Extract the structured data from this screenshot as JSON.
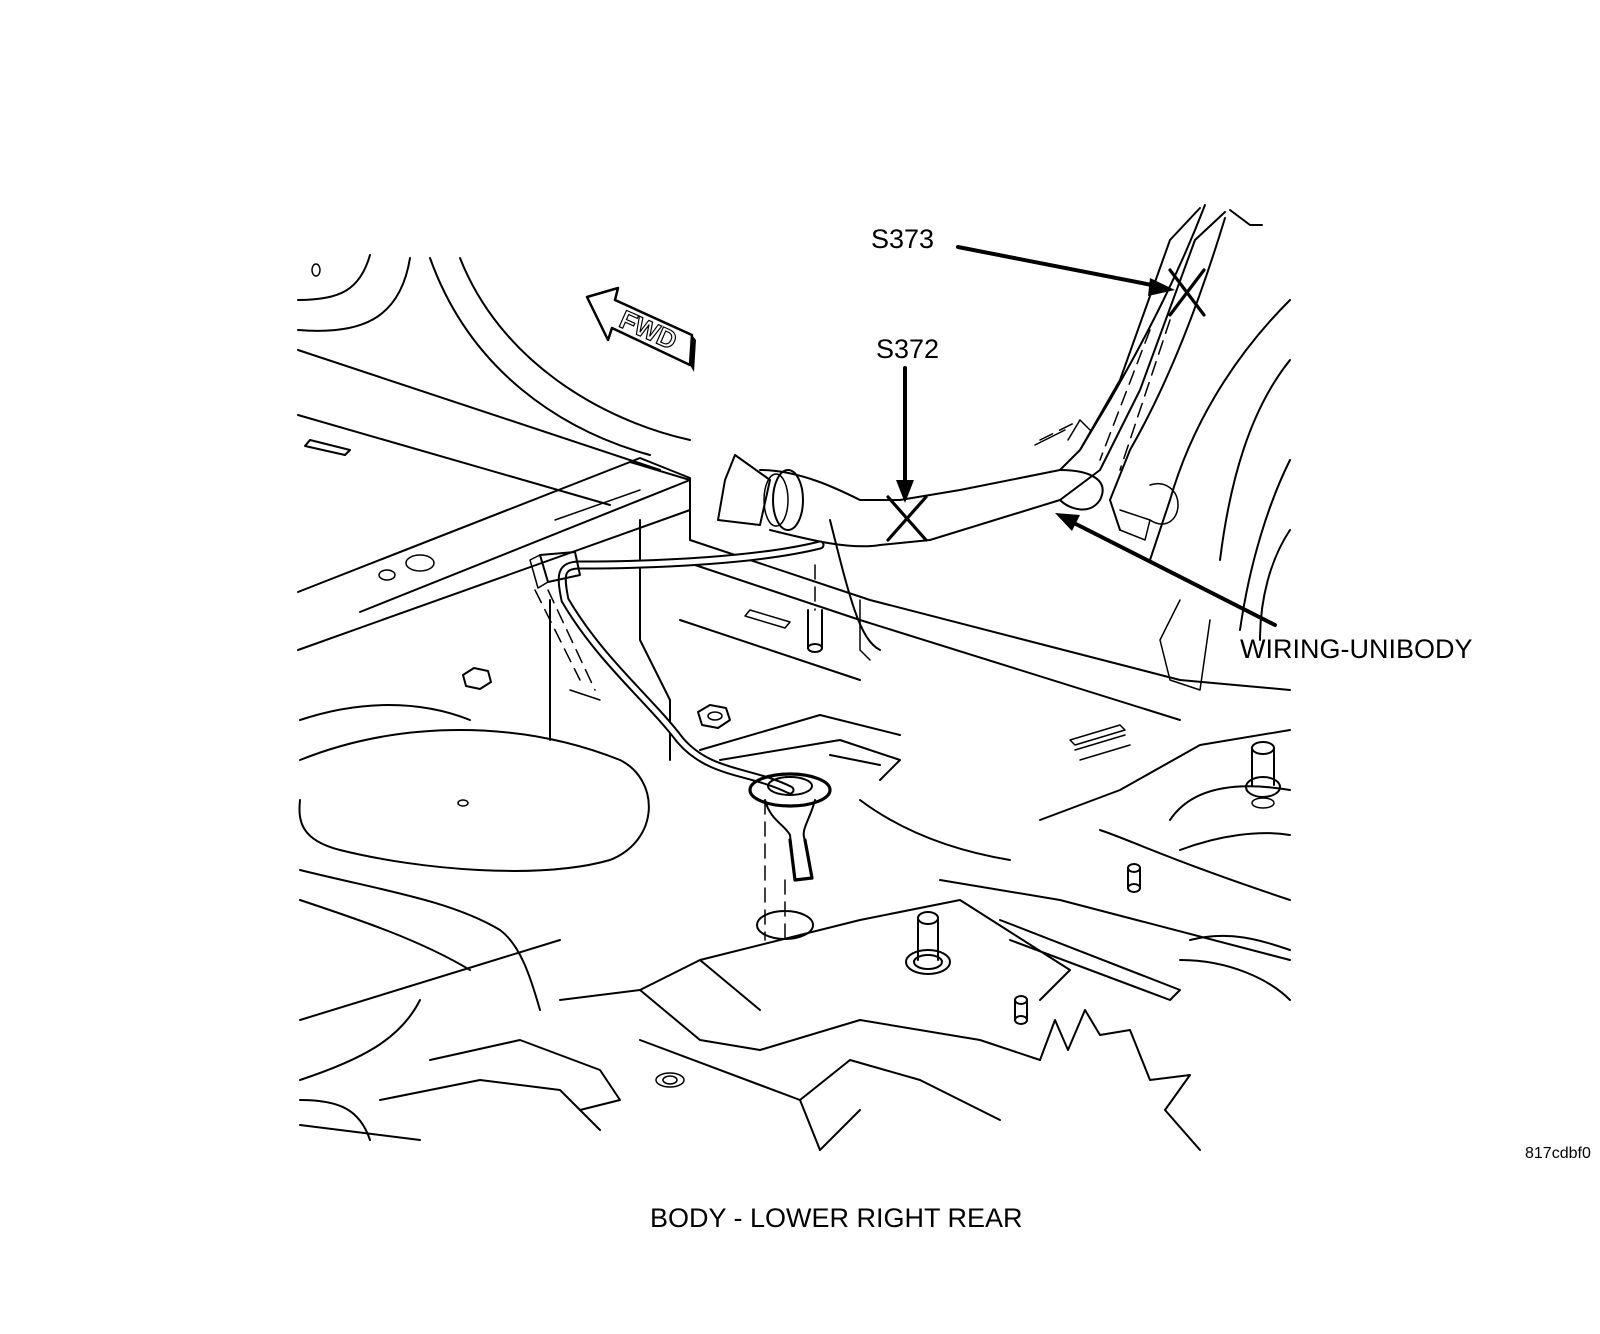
{
  "callouts": {
    "s373": "S373",
    "s372": "S372",
    "wiring": "WIRING-UNIBODY"
  },
  "direction_arrow": {
    "label": "FWD"
  },
  "figure_code": "817cdbf0",
  "caption": "BODY - LOWER RIGHT REAR"
}
